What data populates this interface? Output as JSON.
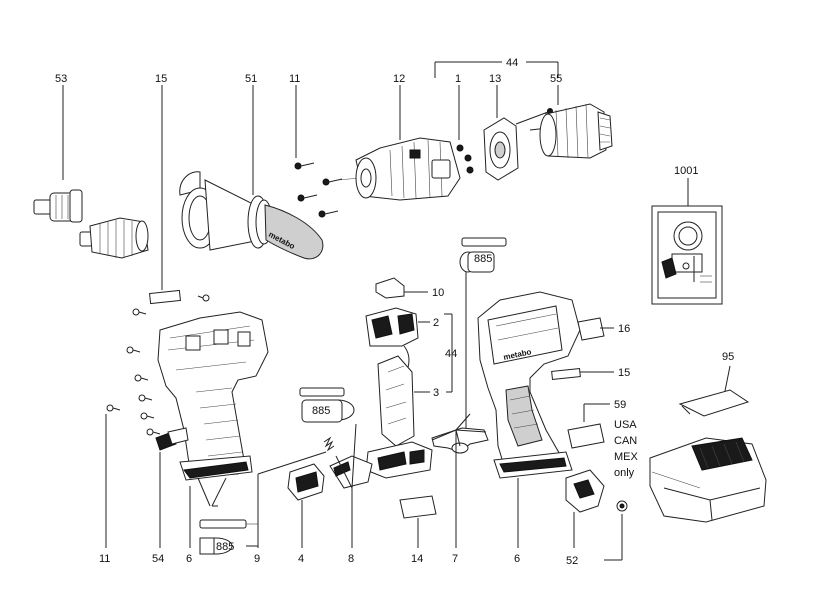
{
  "callouts": {
    "c53": "53",
    "c15_top": "15",
    "c51": "51",
    "c11_top": "11",
    "c12": "12",
    "c44_top": "44",
    "c1": "1",
    "c13": "13",
    "c55": "55",
    "c1001": "1001",
    "c10": "10",
    "c2": "2",
    "c44_mid": "44",
    "c3": "3",
    "c885_top": "885",
    "c885_mid": "885",
    "c885_bot": "885",
    "c16": "16",
    "c15_right": "15",
    "c95": "95",
    "c59": "59",
    "region_lines": [
      "USA",
      "CAN",
      "MEX",
      "only"
    ],
    "c11_bot": "11",
    "c54": "54",
    "c6_left": "6",
    "c9": "9",
    "c4": "4",
    "c8": "8",
    "c14": "14",
    "c7": "7",
    "c6_right": "6",
    "c52": "52"
  },
  "branding": {
    "handle_logo": "metabo",
    "housing_logo": "metabo"
  }
}
